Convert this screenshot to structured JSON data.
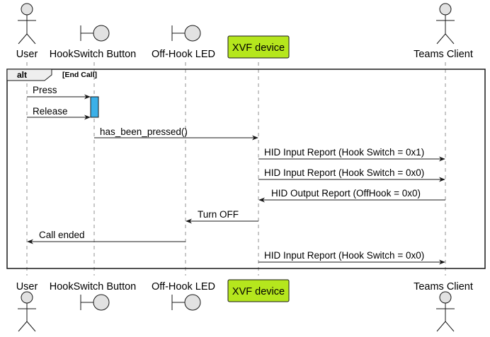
{
  "diagram": {
    "participants": [
      {
        "id": "user",
        "label": "User",
        "kind": "actor"
      },
      {
        "id": "hook",
        "label": "HookSwitch Button",
        "kind": "boundary"
      },
      {
        "id": "led",
        "label": "Off-Hook LED",
        "kind": "boundary"
      },
      {
        "id": "xvf",
        "label": "XVF device",
        "kind": "box",
        "color": "#b5e61d"
      },
      {
        "id": "teams",
        "label": "Teams Client",
        "kind": "actor"
      }
    ],
    "alt_block": {
      "keyword": "alt",
      "condition": "[End Call]"
    },
    "activation_color": "#3bb0e8",
    "messages": [
      {
        "from": "user",
        "to": "hook",
        "label": "Press"
      },
      {
        "from": "user",
        "to": "hook",
        "label": "Release"
      },
      {
        "from": "hook",
        "to": "xvf",
        "label": "has_been_pressed()"
      },
      {
        "from": "xvf",
        "to": "teams",
        "label": "HID Input Report (Hook Switch = 0x1)"
      },
      {
        "from": "xvf",
        "to": "teams",
        "label": "HID Input Report (Hook Switch = 0x0)"
      },
      {
        "from": "teams",
        "to": "xvf",
        "label": "HID Output Report (OffHook = 0x0)"
      },
      {
        "from": "xvf",
        "to": "led",
        "label": "Turn OFF"
      },
      {
        "from": "led",
        "to": "user",
        "label": "Call ended"
      },
      {
        "from": "xvf",
        "to": "teams",
        "label": "HID Input Report (Hook Switch = 0x0)"
      }
    ]
  }
}
